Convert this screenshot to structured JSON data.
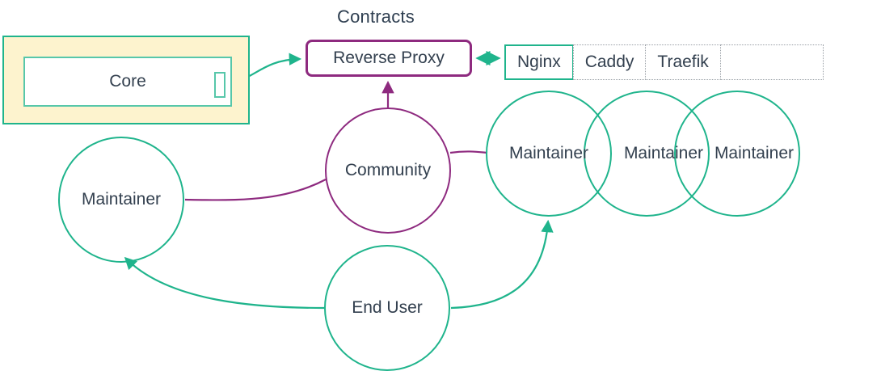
{
  "title": "Contracts",
  "colors": {
    "teal": "#1fb48c",
    "teal_light": "#57c7aa",
    "purple": "#8e2a7f",
    "text": "#33404f",
    "group_fill": "#fdf3ce",
    "dotted_border": "#9aa0a6"
  },
  "core_group": {
    "name": "core-group",
    "inner_label": "Core"
  },
  "reverse_proxy": {
    "label": "Reverse Proxy"
  },
  "options_table": {
    "cells": [
      {
        "label": "Nginx",
        "selected": true
      },
      {
        "label": "Caddy",
        "selected": false
      },
      {
        "label": "Traefik",
        "selected": false
      },
      {
        "label": "",
        "selected": false
      }
    ]
  },
  "nodes": {
    "community": {
      "label": "Community"
    },
    "end_user": {
      "label": "End User"
    },
    "maintainer_left": {
      "label": "Maintainer"
    },
    "maintainer_1": {
      "label": "Maintainer"
    },
    "maintainer_2": {
      "label": "Maintainer"
    },
    "maintainer_3": {
      "label": "Maintainer"
    }
  }
}
